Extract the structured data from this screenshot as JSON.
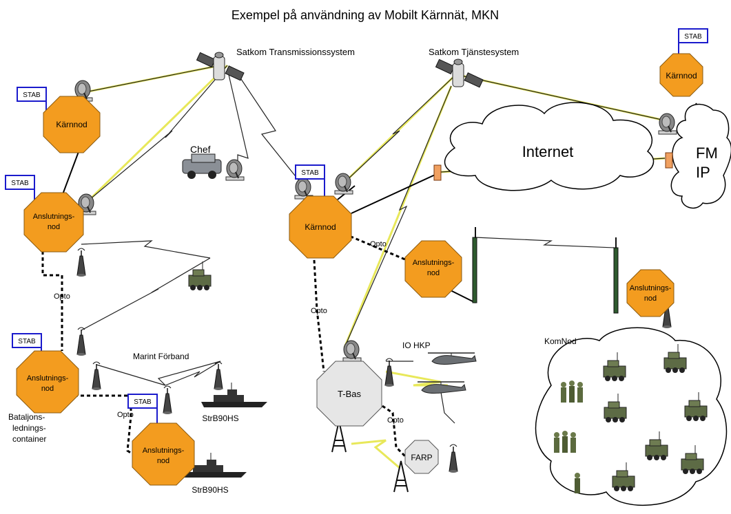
{
  "title": "Exempel på användning av Mobilt Kärnnät, MKN",
  "labels": {
    "satkom_trans": "Satkom Transmissionssystem",
    "satkom_tjanst": "Satkom Tjänstesystem",
    "internet": "Internet",
    "fm_ip_1": "FM",
    "fm_ip_2": "IP",
    "chef": "Chef",
    "marint": "Marint Förband",
    "strb90_1": "StrB90HS",
    "strb90_2": "StrB90HS",
    "bataljon_1": "Bataljons-",
    "bataljon_2": "lednings-",
    "bataljon_3": "container",
    "io_hkp": "IO HKP",
    "komnod": "KomNod",
    "opto": "Opto",
    "stab": "STAB"
  },
  "nodes": {
    "karnnod": "Kärnnod",
    "anslutning_1": "Anslutnings-",
    "anslutning_2": "nod",
    "tbas": "T-Bas",
    "farp": "FARP"
  }
}
